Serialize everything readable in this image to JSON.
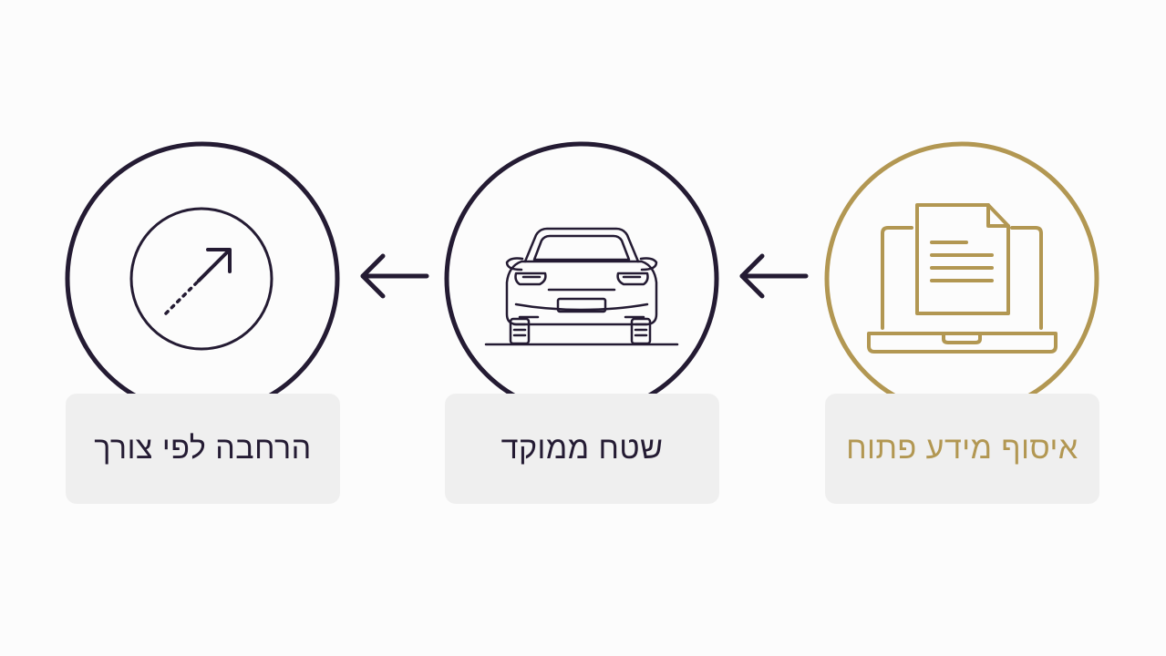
{
  "steps": [
    {
      "id": "open-info",
      "label": "איסוף מידע פתוח",
      "icon": "laptop-document-icon",
      "color": "#b29752"
    },
    {
      "id": "focused-area",
      "label": "שטח ממוקד",
      "icon": "car-icon",
      "color": "#241b33"
    },
    {
      "id": "expansion",
      "label": "הרחבה לפי צורך",
      "icon": "expand-arrow-icon",
      "color": "#241b33"
    }
  ],
  "connectors": [
    {
      "icon": "arrow-left-icon"
    },
    {
      "icon": "arrow-left-icon"
    }
  ],
  "colors": {
    "background": "#fcfcfc",
    "label_box": "#efefef",
    "accent_gold": "#b29752",
    "ink": "#241b33"
  }
}
